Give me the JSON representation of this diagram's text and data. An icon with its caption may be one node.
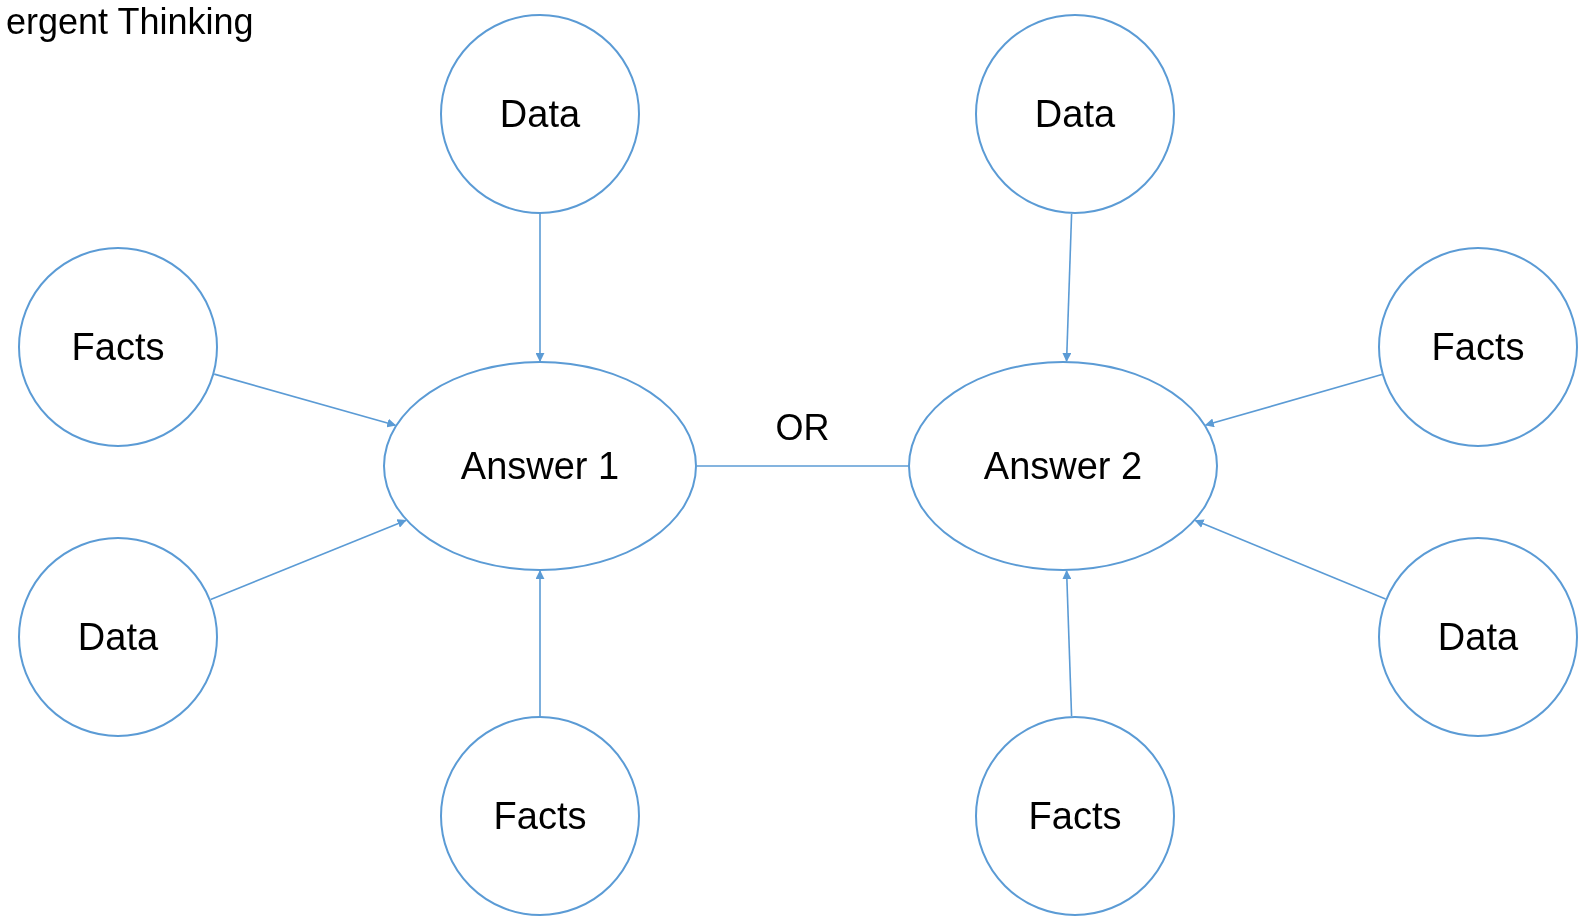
{
  "diagram": {
    "title": "ergent Thinking",
    "nodes": [
      {
        "text": [
          "Data"
        ]
      },
      {
        "text": [
          "Facts"
        ]
      },
      {
        "text": [
          "Answer 1"
        ]
      },
      {
        "text": [
          "Data"
        ]
      },
      {
        "text": [
          "Facts"
        ]
      },
      {
        "text": [
          "Data"
        ]
      },
      {
        "text": [
          "Answer 2"
        ]
      },
      {
        "text": [
          "Facts"
        ]
      },
      {
        "text": [
          "Data"
        ]
      },
      {
        "text": [
          "Facts"
        ]
      }
    ],
    "edges": [
      {
        "from": 0,
        "to": 2,
        "arrow": "to"
      },
      {
        "from": 1,
        "to": 2,
        "arrow": "to"
      },
      {
        "from": 3,
        "to": 2,
        "arrow": "to"
      },
      {
        "from": 4,
        "to": 2,
        "arrow": "to"
      },
      {
        "from": 2,
        "to": 6,
        "arrow": "none",
        "label": "OR"
      },
      {
        "from": 5,
        "to": 6,
        "arrow": "to"
      },
      {
        "from": 7,
        "to": 6,
        "arrow": "to"
      },
      {
        "from": 8,
        "to": 6,
        "arrow": "to"
      },
      {
        "from": 9,
        "to": 6,
        "arrow": "to"
      }
    ]
  }
}
